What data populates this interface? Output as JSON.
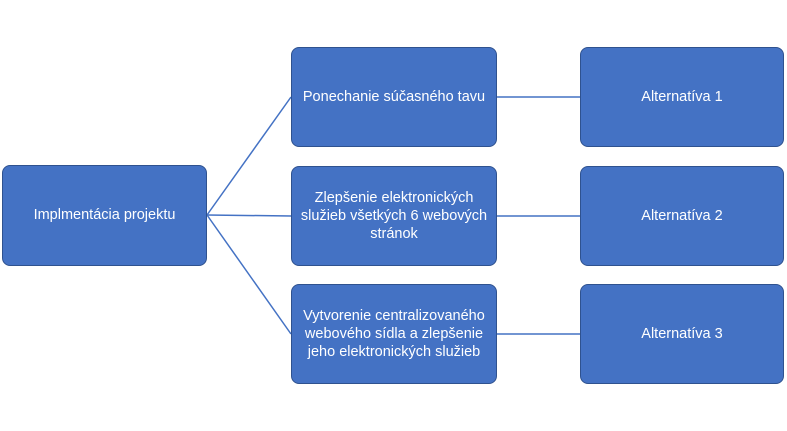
{
  "colors": {
    "node_fill": "#4472c4",
    "node_border": "#2f528f",
    "connector": "#4472c4",
    "text": "#ffffff"
  },
  "diagram": {
    "root": {
      "label": "Implmentácia projektu"
    },
    "options": [
      {
        "label": "Ponechanie súčasného tavu"
      },
      {
        "label": "Zlepšenie elektronických služieb všetkých 6 webových stránok"
      },
      {
        "label": "Vytvorenie centralizovaného webového sídla a zlepšenie jeho elektronických služieb"
      }
    ],
    "alternatives": [
      {
        "label": "Alternatíva 1"
      },
      {
        "label": "Alternatíva 2"
      },
      {
        "label": "Alternatíva 3"
      }
    ]
  }
}
